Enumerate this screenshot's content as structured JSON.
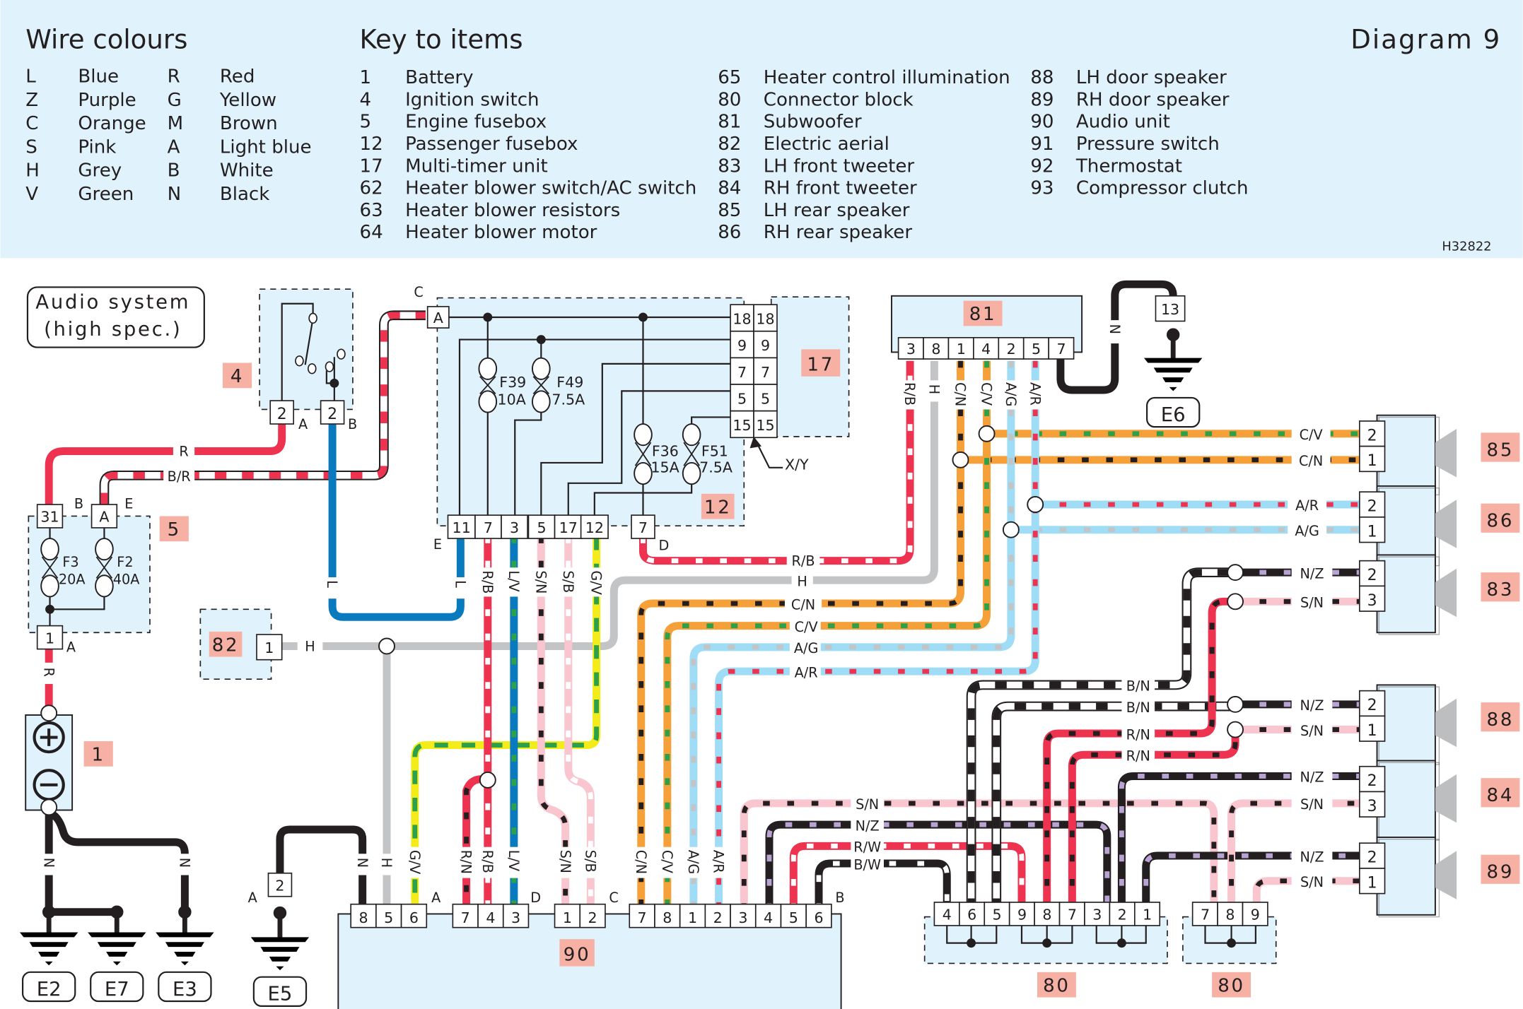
{
  "header": {
    "wire_colours_title": "Wire colours",
    "key_title": "Key to items",
    "diagram_title": "Diagram 9",
    "ref_code": "H32822",
    "wire_colours": [
      {
        "code": "L",
        "name": "Blue"
      },
      {
        "code": "Z",
        "name": "Purple"
      },
      {
        "code": "C",
        "name": "Orange"
      },
      {
        "code": "S",
        "name": "Pink"
      },
      {
        "code": "H",
        "name": "Grey"
      },
      {
        "code": "V",
        "name": "Green"
      },
      {
        "code": "R",
        "name": "Red"
      },
      {
        "code": "G",
        "name": "Yellow"
      },
      {
        "code": "M",
        "name": "Brown"
      },
      {
        "code": "A",
        "name": "Light blue"
      },
      {
        "code": "B",
        "name": "White"
      },
      {
        "code": "N",
        "name": "Black"
      }
    ],
    "key_items": [
      {
        "num": "1",
        "name": "Battery"
      },
      {
        "num": "4",
        "name": "Ignition switch"
      },
      {
        "num": "5",
        "name": "Engine fusebox"
      },
      {
        "num": "12",
        "name": "Passenger fusebox"
      },
      {
        "num": "17",
        "name": "Multi-timer unit"
      },
      {
        "num": "62",
        "name": "Heater blower switch/AC switch"
      },
      {
        "num": "63",
        "name": "Heater blower resistors"
      },
      {
        "num": "64",
        "name": "Heater blower motor"
      },
      {
        "num": "65",
        "name": "Heater control illumination"
      },
      {
        "num": "80",
        "name": "Connector block"
      },
      {
        "num": "81",
        "name": "Subwoofer"
      },
      {
        "num": "82",
        "name": "Electric aerial"
      },
      {
        "num": "83",
        "name": "LH front tweeter"
      },
      {
        "num": "84",
        "name": "RH front tweeter"
      },
      {
        "num": "85",
        "name": "LH rear speaker"
      },
      {
        "num": "86",
        "name": "RH rear speaker"
      },
      {
        "num": "88",
        "name": "LH door speaker"
      },
      {
        "num": "89",
        "name": "RH door speaker"
      },
      {
        "num": "90",
        "name": "Audio unit"
      },
      {
        "num": "91",
        "name": "Pressure switch"
      },
      {
        "num": "92",
        "name": "Thermostat"
      },
      {
        "num": "93",
        "name": "Compressor clutch"
      }
    ]
  },
  "colors": {
    "panel_bg": "#e0f2fc",
    "tag_bg": "#f7b0a4",
    "R": "#ee3350",
    "L": "#0a7abf",
    "A": "#9fdcf5",
    "C": "#f6a03a",
    "H": "#c3c4c6",
    "S": "#f9c6cf",
    "N": "#231f20",
    "V": "#2ca04a",
    "G": "#f3ec1a",
    "B": "#ffffff",
    "Z": "#b8a3d3"
  },
  "diagram": {
    "title_line1": "Audio system",
    "title_line2": "(high spec.)",
    "components": {
      "c1": "1",
      "c4": "4",
      "c5": "5",
      "c12": "12",
      "c17": "17",
      "c81": "81",
      "c82": "82",
      "c83": "83",
      "c84": "84",
      "c85": "85",
      "c86": "86",
      "c88": "88",
      "c89": "89",
      "c90": "90",
      "c80a": "80",
      "c80b": "80"
    },
    "fuses": {
      "f3": "F3",
      "f3a": "20A",
      "f2": "F2",
      "f2a": "40A",
      "f39": "F39",
      "f39a": "10A",
      "f49": "F49",
      "f49a": "7.5A",
      "f36": "F36",
      "f36a": "15A",
      "f51": "F51",
      "f51a": "7.5A"
    },
    "grounds": [
      "E2",
      "E7",
      "E3",
      "E5",
      "E6"
    ],
    "xy_label": "X/Y",
    "pins": {
      "fb5": [
        "31",
        "A",
        "1"
      ],
      "ign": [
        "2",
        "2"
      ],
      "pf_top": "A",
      "pf_bottom": [
        "11",
        "7",
        "3",
        "5",
        "17",
        "12",
        "7"
      ],
      "mt": [
        "18",
        "9",
        "7",
        "5",
        "15"
      ],
      "sub": [
        "3",
        "8",
        "1",
        "4",
        "2",
        "5",
        "7"
      ],
      "e6_pin": "13",
      "e5_pin": "2",
      "aerial_pin": "1",
      "audio_a": [
        "8",
        "5",
        "6"
      ],
      "audio_d": [
        "7",
        "4",
        "3"
      ],
      "audio_c": [
        "1",
        "2"
      ],
      "audio_b": [
        "7",
        "8",
        "1",
        "2",
        "3",
        "4",
        "5",
        "6"
      ],
      "cb1": [
        "4",
        "6",
        "5",
        "9",
        "8",
        "7",
        "3",
        "2",
        "1"
      ],
      "cb2": [
        "7",
        "8",
        "9"
      ],
      "spk85": [
        "2",
        "1"
      ],
      "spk86": [
        "2",
        "1"
      ],
      "spk83": [
        "2",
        "3"
      ],
      "spk88": [
        "2",
        "1"
      ],
      "spk84": [
        "2",
        "3"
      ],
      "spk89": [
        "2",
        "1"
      ]
    },
    "connector_letters": {
      "fb_b": "B",
      "fb_e": "E",
      "fb_a": "A",
      "ign_a": "A",
      "ign_b": "B",
      "pf_c": "C",
      "pf_e": "E",
      "pf_d": "D",
      "au_a": "A",
      "au_d": "D",
      "au_c": "C",
      "au_b": "B",
      "e5_a": "A"
    },
    "wire_labels": {
      "r_top": "R",
      "br": "B/R",
      "l_left": "L",
      "l_right": "L",
      "r_batt": "R",
      "n_e2": "N",
      "n_e3": "N",
      "n_e5": "N",
      "h_audio": "H",
      "gv_audio": "G/V",
      "h_aerial": "H",
      "n_e6": "N",
      "pf_rb": "R/B",
      "pf_lv": "L/V",
      "pf_sn": "S/N",
      "pf_sb": "S/B",
      "pf_gv": "G/V",
      "au_rn": "R/N",
      "au_rb": "R/B",
      "au_lv": "L/V",
      "au_sn": "S/N",
      "au_sb": "S/B",
      "au_cn": "C/N",
      "au_cv": "C/V",
      "au_ag": "A/G",
      "au_ar": "A/R",
      "sub_rb": "R/B",
      "sub_h": "H",
      "sub_cn": "C/N",
      "sub_cv": "C/V",
      "sub_ag": "A/G",
      "sub_ar": "A/R",
      "mid_rb": "R/B",
      "mid_h": "H",
      "mid_cn": "C/N",
      "mid_cv": "C/V",
      "mid_ag": "A/G",
      "mid_ar": "A/R",
      "s85_cv": "C/V",
      "s85_cn": "C/N",
      "s86_ar": "A/R",
      "s86_ag": "A/G",
      "s83_nz": "N/Z",
      "s83_sn": "S/N",
      "s88_nz": "N/Z",
      "s88_sn": "S/N",
      "s84_nz": "N/Z",
      "s84_sn": "S/N",
      "s89_nz": "N/Z",
      "s89_sn": "S/N",
      "bn1": "B/N",
      "bn2": "B/N",
      "rn1": "R/N",
      "rn2": "R/N",
      "b_sn": "S/N",
      "b_nz": "N/Z",
      "b_rw": "R/W",
      "b_bw": "B/W"
    }
  }
}
